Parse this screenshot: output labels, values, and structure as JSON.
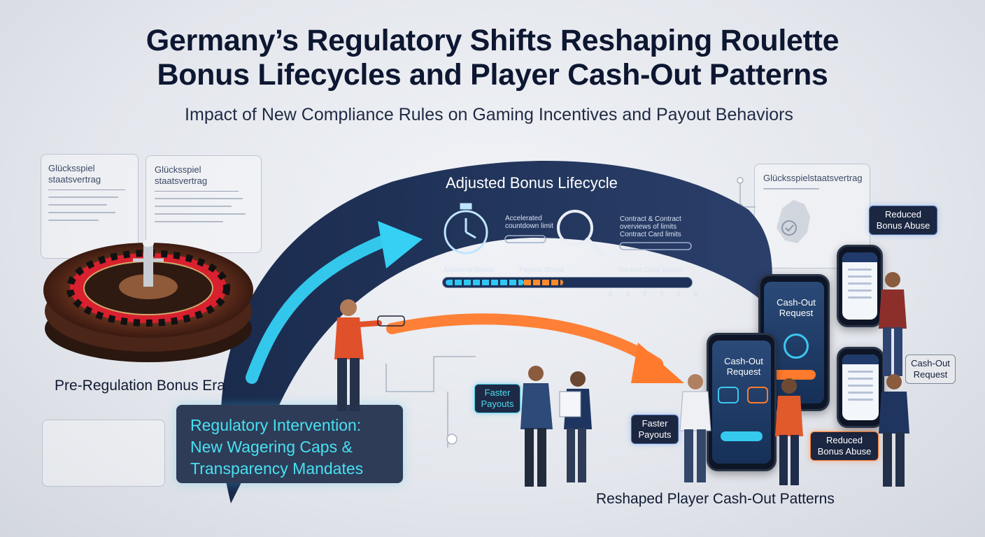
{
  "header": {
    "title_line1": "Germany’s Regulatory Shifts Reshaping Roulette",
    "title_line2": "Bonus Lifecycles and Player Cash-Out Patterns",
    "subtitle": "Impact of New Compliance Rules on Gaming Incentives and Payout Behaviors"
  },
  "docs": {
    "left1_title1": "Glücksspiel",
    "left1_title2": "staatsvertrag",
    "left2_title1": "Glücksspiel",
    "left2_title2": "staatsvertrag",
    "right_title": "Glücksspielstaatsvertrag"
  },
  "stages": {
    "pre_regulation": "Pre-Regulation Bonus Era",
    "intervention": "Regulatory Intervention: New Wagering Caps & Transparency Mandates",
    "intervention_line1": "Regulatory Intervention:",
    "intervention_line2": "New Wagering Caps &",
    "intervention_line3": "Transparency Mandates",
    "adjusted": "Adjusted Bonus Lifecycle",
    "reshaped": "Reshaped Player Cash-Out Patterns"
  },
  "lifecycle_panel": {
    "timer_text_1": "Accelerated",
    "timer_text_2": "countdown limit",
    "contract_text_1": "Contract & Contract",
    "contract_text_2": "overviews of limits",
    "contract_text_3": "Contract Card limits",
    "bar_label_left": "Accelerat Bonus",
    "bar_label_mid": "Payous Bonus",
    "bar_label_right": "Vontent Cleat Bonus",
    "bar_ticks": "0 4 2 2 6 8",
    "cyan_fraction": 0.32,
    "orange_fraction": 0.16
  },
  "tags": {
    "faster_payouts_1": "Faster Payouts",
    "faster_payouts_2": "Faster Payouts",
    "reduced_abuse_1": "Reduced Bonus Abuse",
    "reduced_abuse_2": "Reduced Bonus Abuse",
    "cashout_request_tag": "Cash-Out Request"
  },
  "phones": {
    "phone_center_title": "Cash-Out Request",
    "phone_back_title": "Cash-Out Request"
  },
  "colors": {
    "arc": "#22345a",
    "cyan": "#36d2f5",
    "orange": "#ff7a2c",
    "navy_text": "#0d1731"
  },
  "icons": {
    "roulette": "roulette-wheel-icon",
    "timer": "stopwatch-icon",
    "search": "magnifier-icon",
    "germany_map": "germany-map-icon"
  }
}
